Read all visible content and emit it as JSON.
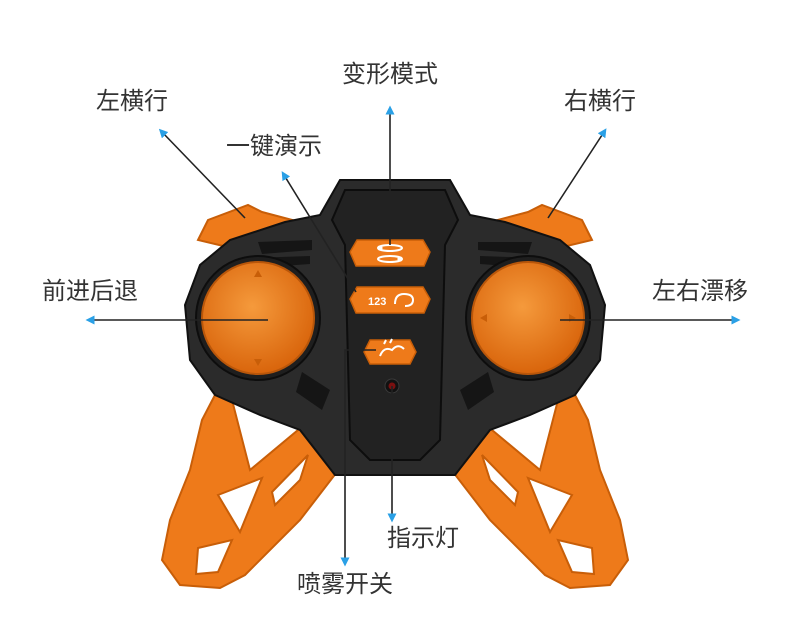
{
  "diagram": {
    "subject": "remote-controller",
    "colors": {
      "body": "#2b2b2b",
      "body_dark": "#1a1a1a",
      "accent": "#ee7a1a",
      "accent_dark": "#c85e08",
      "button_icon": "#ffffff",
      "arrow": "#2aa0e6",
      "leader": "#222222",
      "label": "#333333"
    },
    "labels": {
      "transform_mode": "变形模式",
      "left_strafe": "左横行",
      "right_strafe": "右横行",
      "one_key_demo": "一键演示",
      "forward_backward": "前进后退",
      "left_right_drift": "左右漂移",
      "indicator_light": "指示灯",
      "spray_switch": "喷雾开关"
    },
    "buttons": {
      "demo_button_text": "123"
    }
  }
}
